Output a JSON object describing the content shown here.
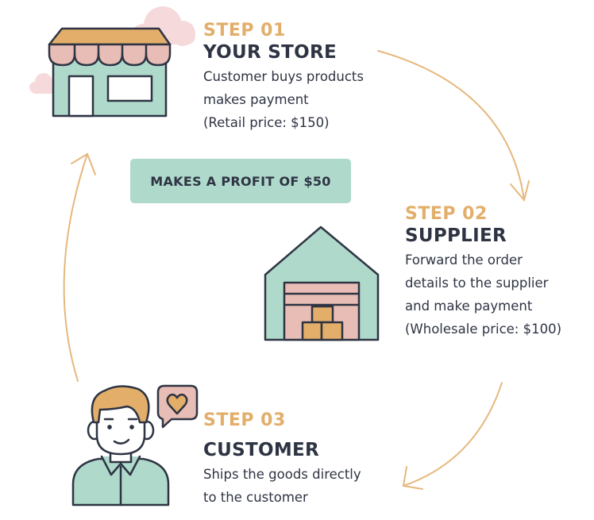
{
  "steps": [
    {
      "step": "STEP 01",
      "title": "YOUR STORE",
      "lines": [
        "Customer buys products",
        "makes payment",
        "(Retail price: $150)"
      ]
    },
    {
      "step": "STEP 02",
      "title": "SUPPLIER",
      "lines": [
        "Forward the order",
        "details to the supplier",
        "and make payment",
        "(Wholesale price: $100)"
      ]
    },
    {
      "step": "STEP 03",
      "title": "CUSTOMER",
      "lines": [
        "Ships the goods directly",
        "to the customer"
      ]
    }
  ],
  "profit_label": "MAKES A PROFIT OF $50",
  "icons": [
    "store-icon",
    "warehouse-icon",
    "customer-icon",
    "heart-bubble-icon",
    "cloud-icon"
  ],
  "colors": {
    "accent": "#E2AE6A",
    "mint": "#AFDACB",
    "pink": "#E8BDB6",
    "outline": "#2E3443",
    "cloud": "#F6DADB"
  }
}
